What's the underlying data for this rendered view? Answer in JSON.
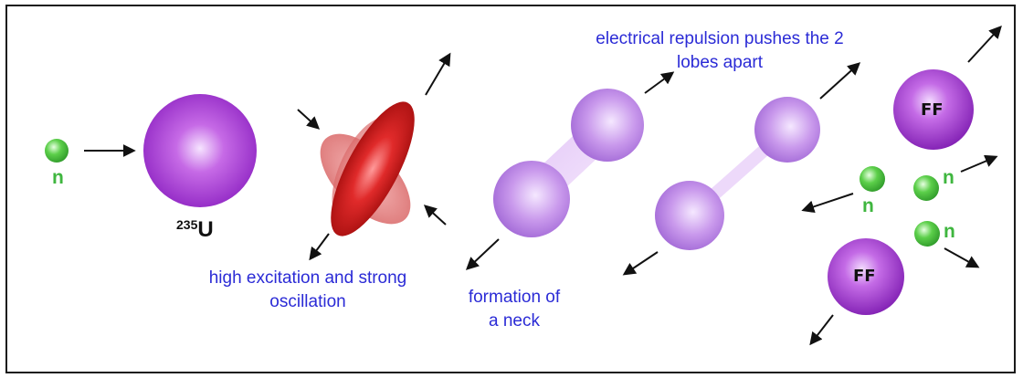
{
  "labels": {
    "neutron_symbol": "n",
    "isotope_mass": "235",
    "isotope_element": "U",
    "fragment_label": "FF",
    "caption_excitation": "high excitation and strong oscillation",
    "caption_neck": "formation of a neck",
    "caption_repulsion": "electrical repulsion pushes the 2 lobes apart"
  },
  "colors": {
    "neutron": "#3fb63f",
    "uranium": "#9b2bc9",
    "excited_nucleus": "#d01515",
    "lobes": "#b57be0",
    "caption_text": "#2b2bd6",
    "arrow": "#111111"
  },
  "icons": [
    "neutron-sphere",
    "uranium-nucleus-sphere",
    "deformed-nucleus-ellipsoid",
    "dumbbell-nucleus",
    "fission-fragment-sphere",
    "arrow"
  ]
}
